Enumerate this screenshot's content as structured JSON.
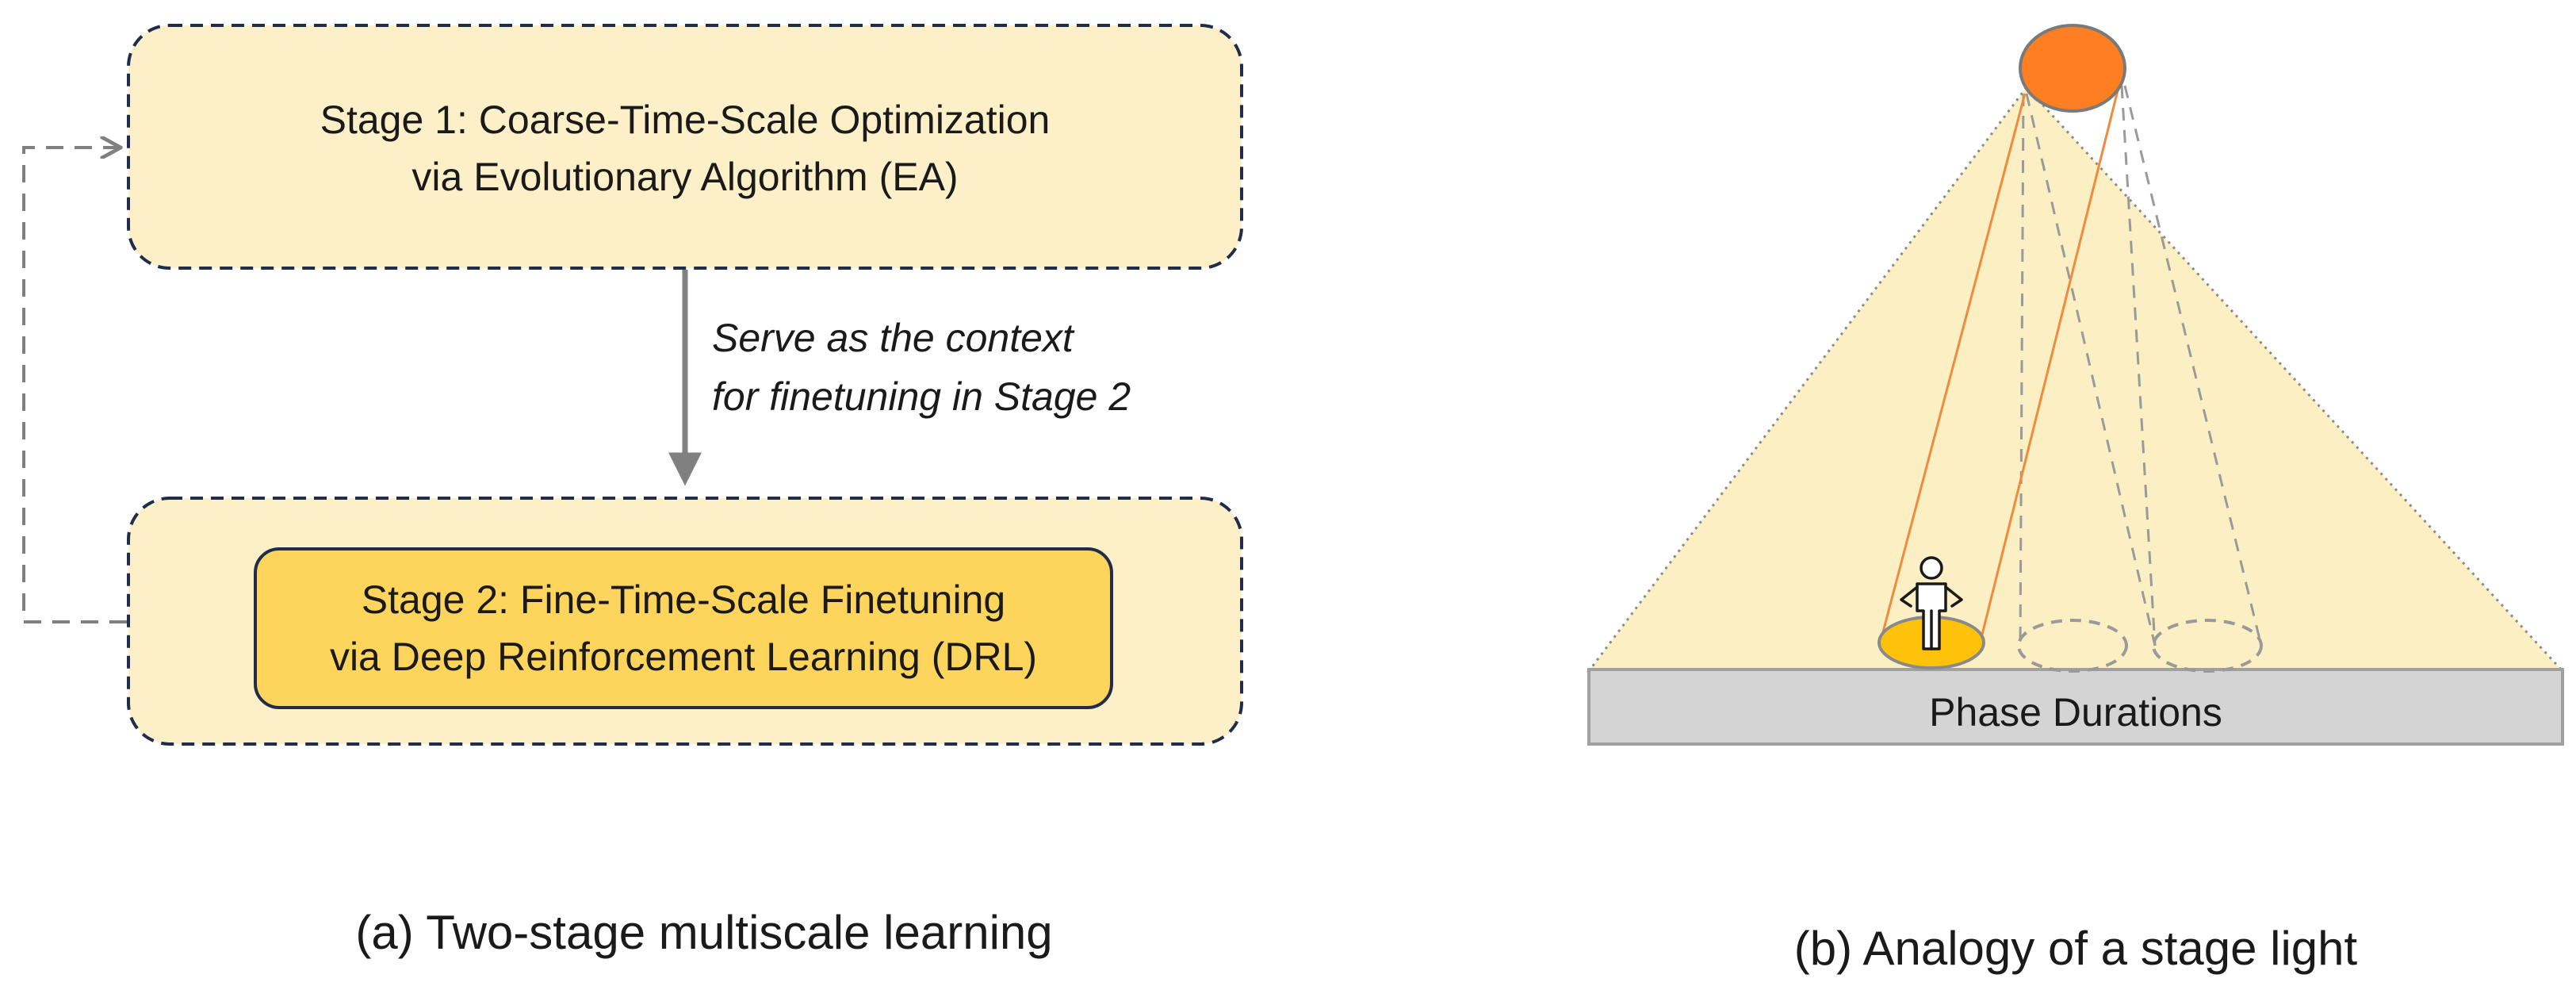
{
  "left_panel": {
    "stage1": {
      "line1": "Stage 1: Coarse-Time-Scale Optimization",
      "line2": "via Evolutionary Algorithm (EA)"
    },
    "stage2": {
      "line1": "Stage 2: Fine-Time-Scale Finetuning",
      "line2": "via Deep Reinforcement Learning (DRL)"
    },
    "arrow_note": {
      "line1": "Serve as the context",
      "line2": "for finetuning in Stage 2"
    },
    "caption": "(a) Two-stage multiscale learning"
  },
  "right_panel": {
    "floor_label": "Phase Durations",
    "caption": "(b) Analogy of a stage light"
  },
  "colors": {
    "box_fill_light": "#fdf0c8",
    "box_fill_inner": "#fdd55c",
    "box_border": "#1f2d4a",
    "arrow_gray": "#808080",
    "beam_fill": "#fdefc4",
    "lamp_orange": "#fe7f22",
    "spot_yellow": "#fec20a",
    "floor_gray": "#d4d4d4",
    "beam_line_orange": "#f08a3c"
  }
}
